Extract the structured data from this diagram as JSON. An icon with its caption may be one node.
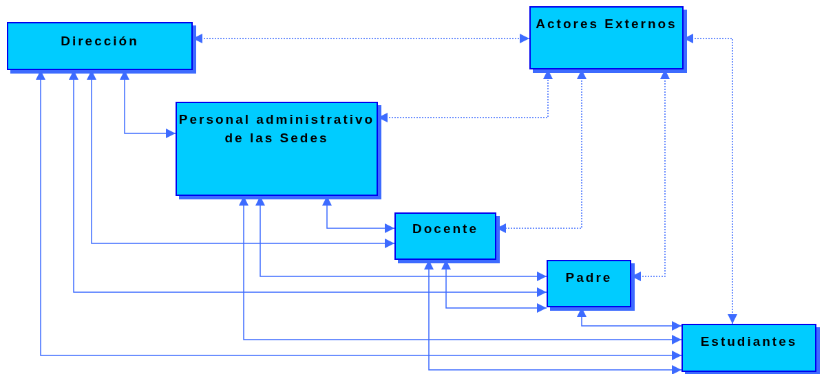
{
  "diagram": {
    "nodes": [
      {
        "text": [
          "Dirección"
        ]
      },
      {
        "text": [
          "Actores Externos"
        ]
      },
      {
        "text": [
          "Personal administrativo de las Sedes"
        ]
      },
      {
        "text": [
          "Docente"
        ]
      },
      {
        "text": [
          "Padre"
        ]
      },
      {
        "text": [
          "Estudiantes"
        ]
      }
    ],
    "edges": [
      {
        "from": 0,
        "to": 1,
        "arrow": "both",
        "style": "dashed"
      },
      {
        "from": 0,
        "to": 2,
        "arrow": "both"
      },
      {
        "from": 2,
        "to": 1,
        "arrow": "both",
        "style": "dashed"
      },
      {
        "from": 1,
        "to": 3,
        "arrow": "both",
        "style": "dashed"
      },
      {
        "from": 1,
        "to": 4,
        "arrow": "both",
        "style": "dashed"
      },
      {
        "from": 1,
        "to": 5,
        "arrow": "both",
        "style": "dashed"
      },
      {
        "from": 0,
        "to": 3,
        "arrow": "both"
      },
      {
        "from": 0,
        "to": 4,
        "arrow": "both"
      },
      {
        "from": 0,
        "to": 5,
        "arrow": "both"
      },
      {
        "from": 2,
        "to": 3,
        "arrow": "both"
      },
      {
        "from": 2,
        "to": 4,
        "arrow": "both"
      },
      {
        "from": 2,
        "to": 5,
        "arrow": "both"
      },
      {
        "from": 3,
        "to": 4,
        "arrow": "both"
      },
      {
        "from": 3,
        "to": 5,
        "arrow": "both"
      },
      {
        "from": 4,
        "to": 5,
        "arrow": "both"
      }
    ]
  }
}
